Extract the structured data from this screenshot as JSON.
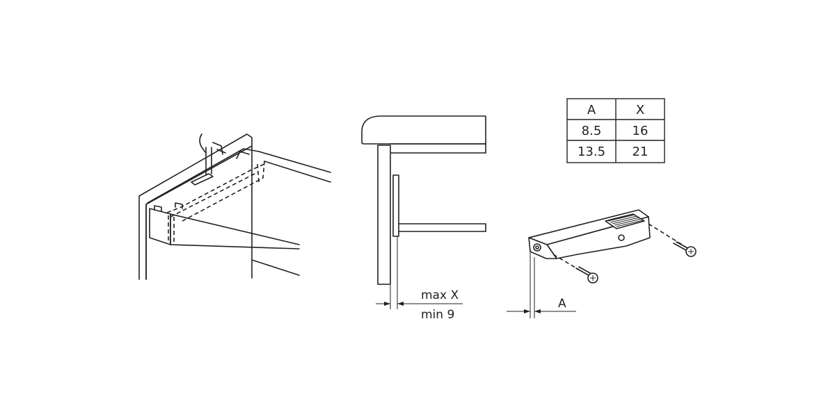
{
  "labels": {
    "max": "max X",
    "min": "min 9",
    "a": "A"
  },
  "table": {
    "headers": [
      "A",
      "X"
    ],
    "rows": [
      [
        "8.5",
        "16"
      ],
      [
        "13.5",
        "21"
      ]
    ]
  }
}
